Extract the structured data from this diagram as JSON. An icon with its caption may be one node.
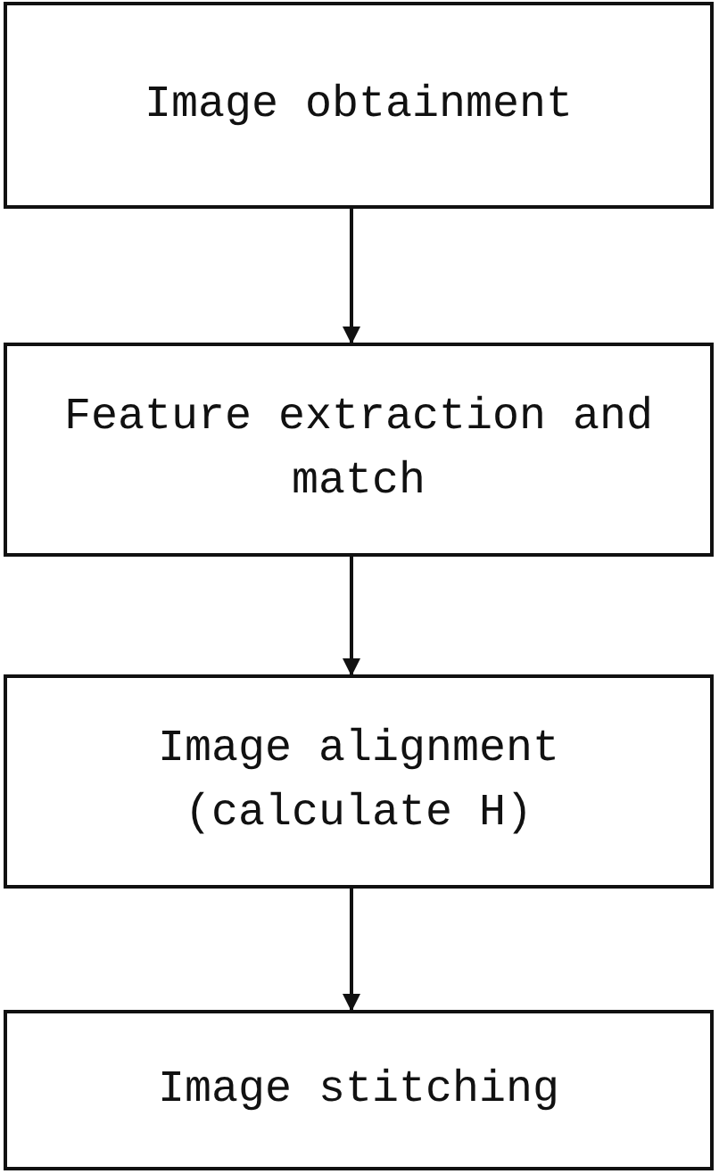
{
  "diagram": {
    "nodes": [
      {
        "text": [
          "Image obtainment"
        ]
      },
      {
        "text": [
          "Feature extraction and match"
        ]
      },
      {
        "text": [
          "Image alignment (calculate H)"
        ]
      },
      {
        "text": [
          "Image stitching"
        ]
      }
    ],
    "edges": [
      {
        "from": 0,
        "to": 1,
        "arrow": "to"
      },
      {
        "from": 1,
        "to": 2,
        "arrow": "to"
      },
      {
        "from": 2,
        "to": 3,
        "arrow": "to"
      }
    ]
  }
}
